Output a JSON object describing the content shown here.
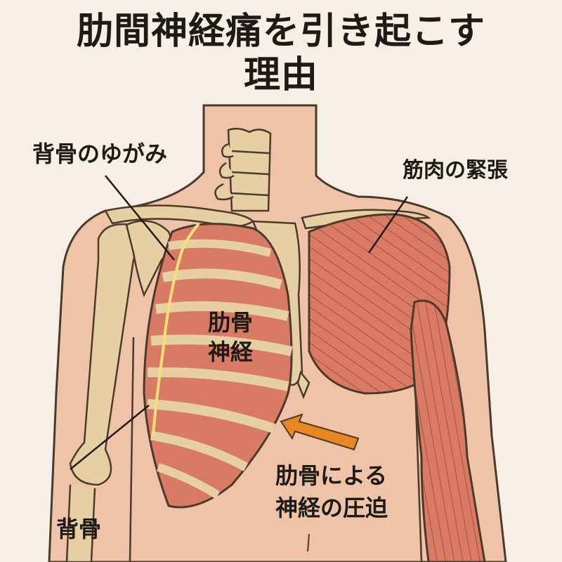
{
  "title": {
    "line1": "肋間神経痛を引き起こす",
    "line2": "理由"
  },
  "labels": {
    "spine_distortion": "背骨のゆがみ",
    "muscle_tension": "筋肉の緊張",
    "rib_nerve_line1": "肋骨",
    "rib_nerve_line2": "神経",
    "compression_line1": "肋骨による",
    "compression_line2": "神経の圧迫",
    "spine": "背骨"
  },
  "colors": {
    "background": "#f6efe5",
    "skin": "#efc3a8",
    "bone": "#e7cfa4",
    "muscle": "#d97a64",
    "outline": "#4a3a2c",
    "nerve": "#f3e07a",
    "arrow": "#e8861f",
    "text": "#1e1a17"
  }
}
